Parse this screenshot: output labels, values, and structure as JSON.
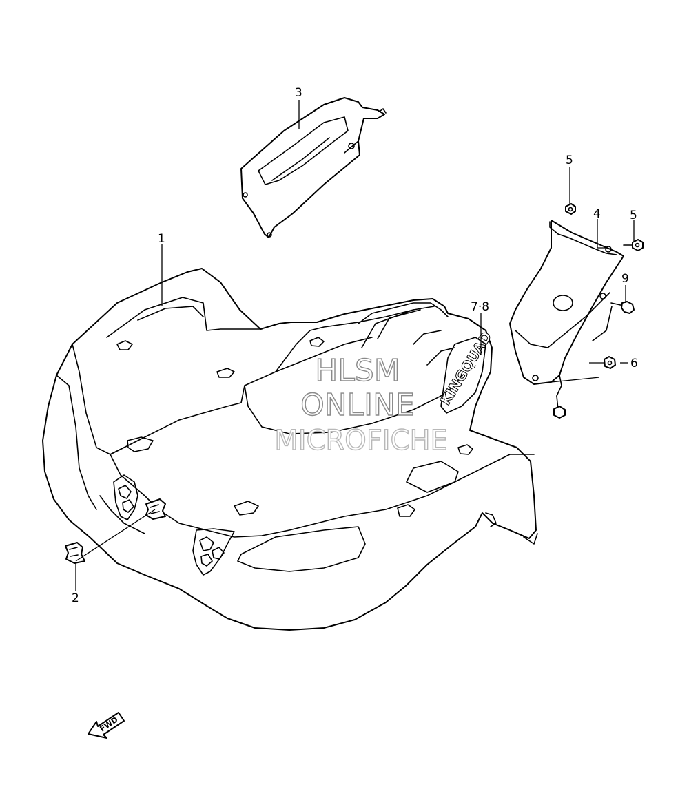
{
  "callouts": {
    "c1": "1",
    "c2": "2",
    "c3": "3",
    "c4": "4",
    "c5a": "5",
    "c5b": "5",
    "c6": "6",
    "c78": "7·8",
    "c9": "9"
  },
  "decal_text": "KINGQUAD",
  "watermark": {
    "line1": "HLSM",
    "line2": "ONLINE",
    "line3": "MICROFICHE"
  },
  "fwd_label": "FWD",
  "colors": {
    "ink": "#000000",
    "paper": "#ffffff",
    "watermark": "#8a8a8a"
  }
}
